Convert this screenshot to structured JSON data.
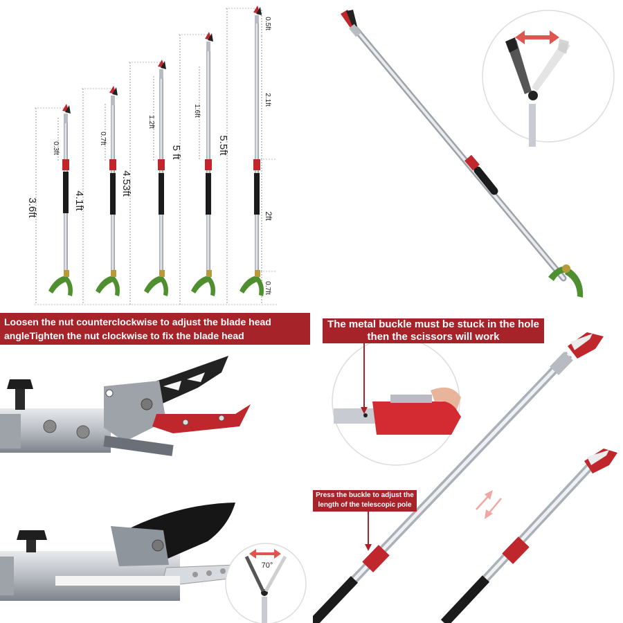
{
  "panel_heights": {
    "labels": [
      "3.6ft",
      "4.1ft",
      "4.53ft",
      "5 ft",
      "5.5ft"
    ],
    "segment_labels": [
      "0.3ft",
      "0.7ft",
      "1.2ft",
      "1.6ft",
      "2.1ft"
    ],
    "right_labels": [
      "0.5ft",
      "2ft",
      "0.7ft"
    ]
  },
  "panel_blade": {
    "caption": "Loosen the nut counterclockwise to adjust the blade head angleTighten the nut clockwise to fix the blade head",
    "angle_label": "70°"
  },
  "panel_buckle": {
    "callout_top": "The metal buckle must be stuck in the hole then the scissors will work",
    "callout_side": "Press the buckle to adjust the length of the telescopic pole"
  },
  "colors": {
    "accent_red": "#a7232a",
    "pole_silver": "#c8ccd2",
    "grip_black": "#1b1b1b",
    "brass": "#b79a3c",
    "blade_green": "#4f8f2f"
  }
}
